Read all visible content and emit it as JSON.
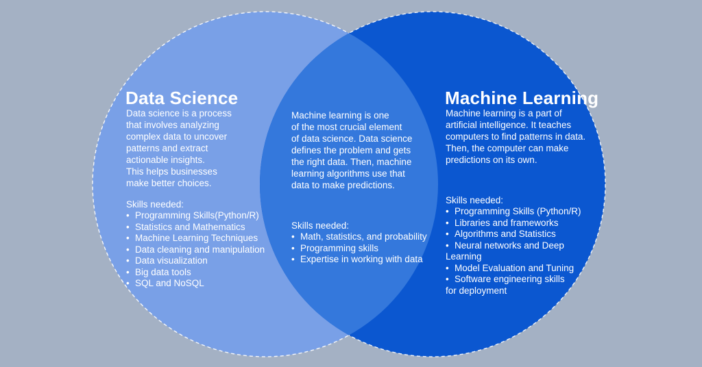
{
  "background_color": "#a4b1c4",
  "text_color": "#ffffff",
  "diagram": {
    "type": "venn-2-circles",
    "bullet_char": "•",
    "border": {
      "stroke_color": "#ffffff",
      "style": "dashed"
    },
    "left_circle": {
      "title": "Data Science",
      "fill_color": "#79a0e7",
      "description": "Data science is a process\nthat involves analyzing\ncomplex data to uncover\npatterns and extract\nactionable insights.\nThis helps businesses\nmake better choices.",
      "skills_header": "Skills needed:",
      "skills": [
        "Programming Skills(Python/R)",
        "Statistics and Mathematics",
        "Machine Learning Techniques",
        "Data cleaning and manipulation",
        "Data visualization",
        "Big data tools",
        "SQL and NoSQL"
      ]
    },
    "overlap": {
      "fill_color": "#3478dc",
      "description": "Machine learning is one\nof the most crucial element\nof data science. Data science\ndefines the problem and gets\nthe right data. Then, machine\nlearning algorithms use that\ndata to make predictions.",
      "skills_header": "Skills needed:",
      "skills": [
        "Math, statistics, and probability",
        "Programming skills",
        "Expertise in working with data"
      ]
    },
    "right_circle": {
      "title": "Machine Learning",
      "fill_color": "#0b57d0",
      "description": "Machine learning is a part of\nartificial intelligence. It teaches\ncomputers to find patterns in data.\nThen, the computer can make\npredictions on its own.",
      "skills_header": "Skills needed:",
      "skills": [
        "Programming Skills (Python/R)",
        "Libraries and frameworks",
        "Algorithms and Statistics",
        "Neural networks and Deep\nLearning",
        "Model Evaluation and Tuning",
        "Software engineering skills\nfor deployment"
      ]
    }
  }
}
